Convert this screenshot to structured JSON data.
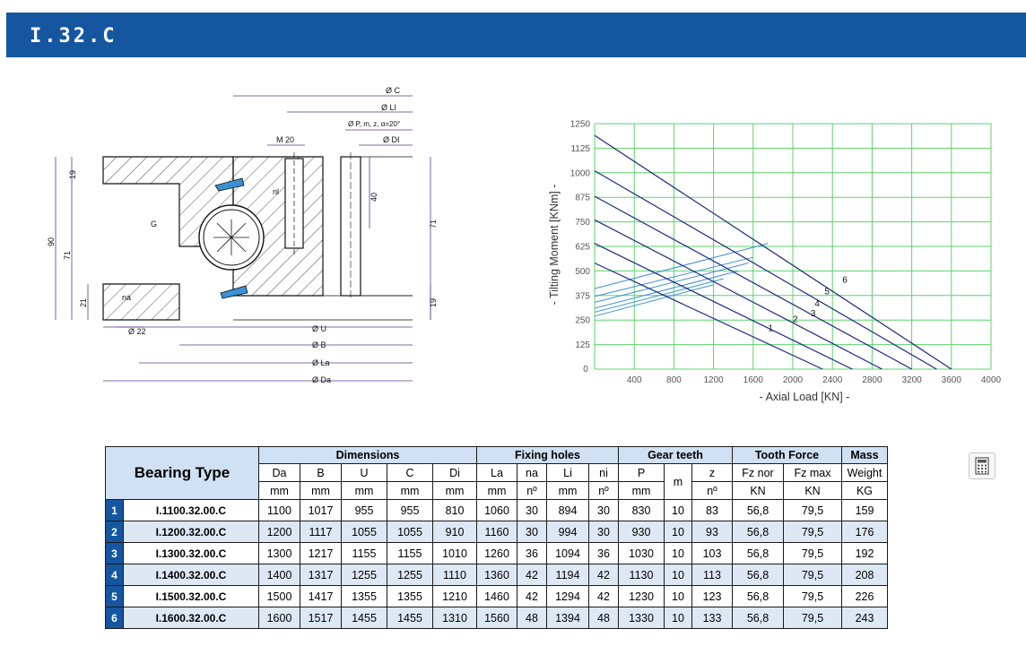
{
  "header": {
    "title": "I.32.C"
  },
  "drawing": {
    "labels": {
      "c": "Ø C",
      "li": "Ø LI",
      "p": "Ø P, m, z, α=20°",
      "di": "Ø DI",
      "m20": "M 20",
      "nl": "nl",
      "g": "G",
      "na": "na",
      "d40": "40",
      "d19top": "19",
      "d90": "90",
      "d71l": "71",
      "d21": "21",
      "d71r": "71",
      "d19r": "19",
      "d22": "Ø 22",
      "u": "Ø U",
      "b": "Ø B",
      "la": "Ø La",
      "da": "Ø Da"
    }
  },
  "chart_data": {
    "type": "line",
    "xlabel": "-  Axial Load  [KN]  -",
    "ylabel": "-  Tilting Moment  [KNm]  -",
    "xlim": [
      0,
      4000
    ],
    "ylim": [
      0,
      1250
    ],
    "x_ticks": [
      "0",
      "400",
      "800",
      "1200",
      "1600",
      "2000",
      "2400",
      "2800",
      "3200",
      "3600",
      "4000"
    ],
    "y_ticks": [
      "125",
      "250",
      "375",
      "500",
      "625",
      "750",
      "875",
      "1000",
      "1125",
      "1250"
    ],
    "grid": true,
    "series": [
      {
        "name": "1",
        "points": [
          [
            0,
            540
          ],
          [
            2300,
            0
          ]
        ],
        "label_at": [
          1750,
          195
        ]
      },
      {
        "name": "2",
        "points": [
          [
            0,
            640
          ],
          [
            2600,
            0
          ]
        ],
        "label_at": [
          2000,
          240
        ]
      },
      {
        "name": "3",
        "points": [
          [
            0,
            760
          ],
          [
            2900,
            0
          ]
        ],
        "label_at": [
          2180,
          270
        ]
      },
      {
        "name": "4",
        "points": [
          [
            0,
            880
          ],
          [
            3200,
            0
          ]
        ],
        "label_at": [
          2220,
          320
        ]
      },
      {
        "name": "5",
        "points": [
          [
            0,
            1010
          ],
          [
            3450,
            0
          ]
        ],
        "label_at": [
          2320,
          380
        ]
      },
      {
        "name": "6",
        "points": [
          [
            0,
            1190
          ],
          [
            3600,
            0
          ]
        ],
        "label_at": [
          2500,
          440
        ]
      }
    ],
    "limit_lines": [
      {
        "points": [
          [
            0,
            410
          ],
          [
            1750,
            640
          ]
        ]
      },
      {
        "points": [
          [
            0,
            370
          ],
          [
            1600,
            570
          ]
        ]
      },
      {
        "points": [
          [
            0,
            340
          ],
          [
            1550,
            540
          ]
        ]
      },
      {
        "points": [
          [
            0,
            310
          ],
          [
            1450,
            500
          ]
        ]
      },
      {
        "points": [
          [
            0,
            290
          ],
          [
            1300,
            460
          ]
        ]
      },
      {
        "points": [
          [
            0,
            270
          ],
          [
            1200,
            430
          ]
        ]
      }
    ],
    "colors": {
      "load": "#1a2a80",
      "limit": "#3b8fd6",
      "grid": "#5dd46b"
    }
  },
  "table": {
    "bearing_type_label": "Bearing Type",
    "groups": [
      {
        "label": "Dimensions",
        "span": 5
      },
      {
        "label": "Fixing holes",
        "span": 4
      },
      {
        "label": "Gear teeth",
        "span": 3
      },
      {
        "label": "Tooth Force",
        "span": 2
      },
      {
        "label": "Mass",
        "span": 1
      }
    ],
    "columns": [
      {
        "name": "Da",
        "unit": "mm"
      },
      {
        "name": "B",
        "unit": "mm"
      },
      {
        "name": "U",
        "unit": "mm"
      },
      {
        "name": "C",
        "unit": "mm"
      },
      {
        "name": "Di",
        "unit": "mm"
      },
      {
        "name": "La",
        "unit": "mm"
      },
      {
        "name": "na",
        "unit": "nº"
      },
      {
        "name": "Li",
        "unit": "mm"
      },
      {
        "name": "ni",
        "unit": "nº"
      },
      {
        "name": "P",
        "unit": "mm"
      },
      {
        "name": "m",
        "unit": ""
      },
      {
        "name": "z",
        "unit": "nº"
      },
      {
        "name": "Fz nor",
        "unit": "KN"
      },
      {
        "name": "Fz max",
        "unit": "KN"
      },
      {
        "name": "Weight",
        "unit": "KG"
      }
    ],
    "rows": [
      {
        "n": "1",
        "name": "I.1100.32.00.C",
        "v": [
          "1100",
          "1017",
          "955",
          "955",
          "810",
          "1060",
          "30",
          "894",
          "30",
          "830",
          "10",
          "83",
          "56,8",
          "79,5",
          "159"
        ]
      },
      {
        "n": "2",
        "name": "I.1200.32.00.C",
        "v": [
          "1200",
          "1117",
          "1055",
          "1055",
          "910",
          "1160",
          "30",
          "994",
          "30",
          "930",
          "10",
          "93",
          "56,8",
          "79,5",
          "176"
        ]
      },
      {
        "n": "3",
        "name": "I.1300.32.00.C",
        "v": [
          "1300",
          "1217",
          "1155",
          "1155",
          "1010",
          "1260",
          "36",
          "1094",
          "36",
          "1030",
          "10",
          "103",
          "56,8",
          "79,5",
          "192"
        ]
      },
      {
        "n": "4",
        "name": "I.1400.32.00.C",
        "v": [
          "1400",
          "1317",
          "1255",
          "1255",
          "1110",
          "1360",
          "42",
          "1194",
          "42",
          "1130",
          "10",
          "113",
          "56,8",
          "79,5",
          "208"
        ]
      },
      {
        "n": "5",
        "name": "I.1500.32.00.C",
        "v": [
          "1500",
          "1417",
          "1355",
          "1355",
          "1210",
          "1460",
          "42",
          "1294",
          "42",
          "1230",
          "10",
          "123",
          "56,8",
          "79,5",
          "226"
        ]
      },
      {
        "n": "6",
        "name": "I.1600.32.00.C",
        "v": [
          "1600",
          "1517",
          "1455",
          "1455",
          "1310",
          "1560",
          "48",
          "1394",
          "48",
          "1330",
          "10",
          "133",
          "56,8",
          "79,5",
          "243"
        ]
      }
    ]
  },
  "calculator": {
    "icon": "calculator-icon"
  }
}
